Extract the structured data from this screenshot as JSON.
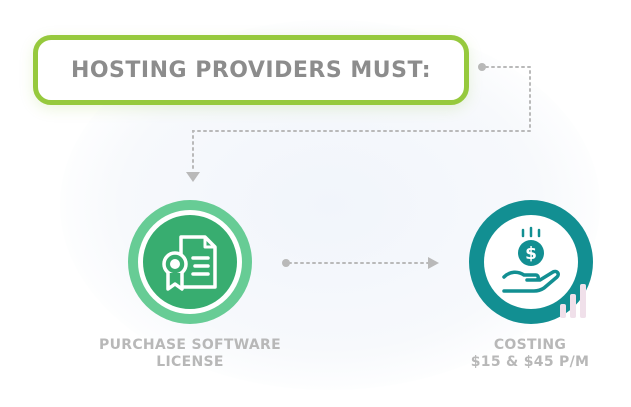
{
  "header": {
    "title": "HOSTING PROVIDERS MUST:"
  },
  "steps": [
    {
      "label_line1": "PURCHASE SOFTWARE",
      "label_line2": "LICENSE",
      "icon": "certificate-document-icon"
    },
    {
      "label_line1": "COSTING",
      "label_line2": "$15 & $45 P/M",
      "icon": "hand-dollar-coin-icon"
    }
  ],
  "colors": {
    "accent_green": "#96c93d",
    "step1_outer": "#67cc95",
    "step1_inner": "#38ad70",
    "step2": "#128f92",
    "text_gray": "#8c8c8c",
    "label_gray": "#b8b8b8",
    "connector": "#b0b0b0"
  }
}
